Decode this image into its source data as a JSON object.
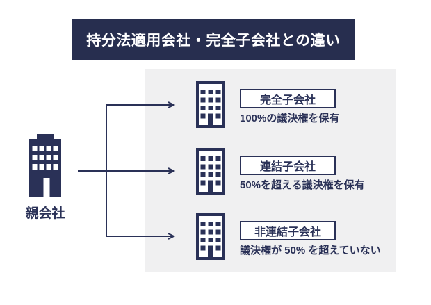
{
  "title": "持分法適用会社・完全子会社との違い",
  "colors": {
    "navy": "#2a3157",
    "banner": "#272e4f",
    "panel": "#f0f0f1",
    "white": "#ffffff"
  },
  "icons": {
    "parent": "building-solid-icon",
    "subsidiary": "building-outline-icon",
    "connector": "right-arrow"
  },
  "parent": {
    "label": "親会社"
  },
  "subsidiaries": [
    {
      "name": "完全子会社",
      "description": "100%の議決権を保有"
    },
    {
      "name": "連結子会社",
      "description": "50%を超える議決権を保有"
    },
    {
      "name": "非連結子会社",
      "description": "議決権が 50% を超えていない"
    }
  ]
}
